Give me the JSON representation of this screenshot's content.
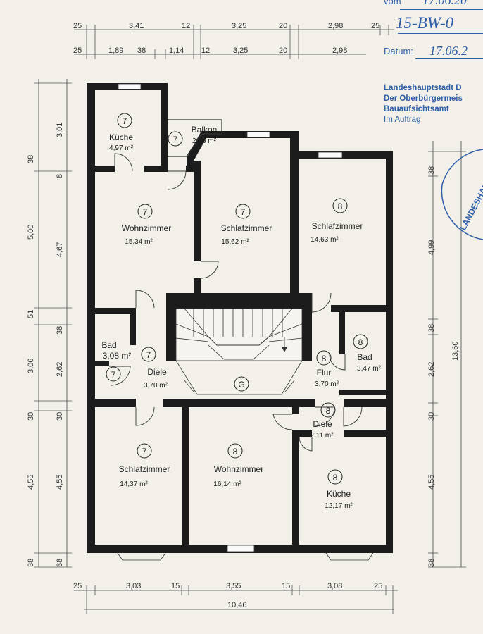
{
  "header": {
    "vom_label": "vom",
    "vom_value": "17.06.20",
    "file_number": "15-BW-0",
    "datum_label": "Datum:",
    "datum_value": "17.06.2"
  },
  "authority": {
    "line1": "Landeshauptstadt D",
    "line2": "Der Oberbürgermeis",
    "line3": "Bauaufsichtsamt",
    "line4": "Im Auftrag"
  },
  "seal": {
    "text": "LANDESHAUPT"
  },
  "rooms": [
    {
      "id": "kueche-7",
      "unit": "7",
      "name": "Küche",
      "area": "4,97 m²"
    },
    {
      "id": "balkon-7",
      "unit": "7",
      "name": "Balkon",
      "area": "2,56 m²"
    },
    {
      "id": "wohnzimmer-7-top",
      "unit": "7",
      "name": "Wohnzimmer",
      "area": "15,34 m²"
    },
    {
      "id": "schlafzimmer-7-top",
      "unit": "7",
      "name": "Schlafzimmer",
      "area": "15,62 m²"
    },
    {
      "id": "schlafzimmer-8-top",
      "unit": "8",
      "name": "Schlafzimmer",
      "area": "14,63 m²"
    },
    {
      "id": "bad-7",
      "unit": "7",
      "name": "Bad",
      "area": "3,08 m²"
    },
    {
      "id": "diele-7",
      "unit": "7",
      "name": "Diele",
      "area": "3,70 m²"
    },
    {
      "id": "stair-g",
      "unit": "G",
      "name": "",
      "area": ""
    },
    {
      "id": "flur-8",
      "unit": "8",
      "name": "Flur",
      "area": "3,70 m²"
    },
    {
      "id": "bad-8",
      "unit": "8",
      "name": "Bad",
      "area": "3,47 m²"
    },
    {
      "id": "diele-8",
      "unit": "8",
      "name": "Diele",
      "area": "2,11 m²"
    },
    {
      "id": "schlafzimmer-7-bottom",
      "unit": "7",
      "name": "Schlafzimmer",
      "area": "14,37 m²"
    },
    {
      "id": "wohnzimmer-8",
      "unit": "8",
      "name": "Wohnzimmer",
      "area": "16,14 m²"
    },
    {
      "id": "kueche-8",
      "unit": "8",
      "name": "Küche",
      "area": "12,17 m²"
    }
  ],
  "dimensions": {
    "top_row1": [
      "25",
      "3,41",
      "12",
      "3,25",
      "20",
      "2,98",
      "25"
    ],
    "top_row2": [
      "25",
      "1,89",
      "38",
      "1,14",
      "12",
      "3,25",
      "20",
      "2,98"
    ],
    "left_outer": [
      "38",
      "5,00",
      "51",
      "3,06",
      "30",
      "4,55",
      "38"
    ],
    "left_inner": [
      "3,01",
      "8",
      "4,67",
      "38",
      "2,62",
      "30",
      "4,55",
      "38"
    ],
    "right_inner": [
      "38",
      "4,99",
      "38",
      "2,62",
      "30",
      "4,55",
      "38"
    ],
    "right_total": "13,60",
    "bottom_row1": [
      "25",
      "3,03",
      "15",
      "3,55",
      "15",
      "3,08",
      "25"
    ],
    "bottom_total": "10,46"
  }
}
